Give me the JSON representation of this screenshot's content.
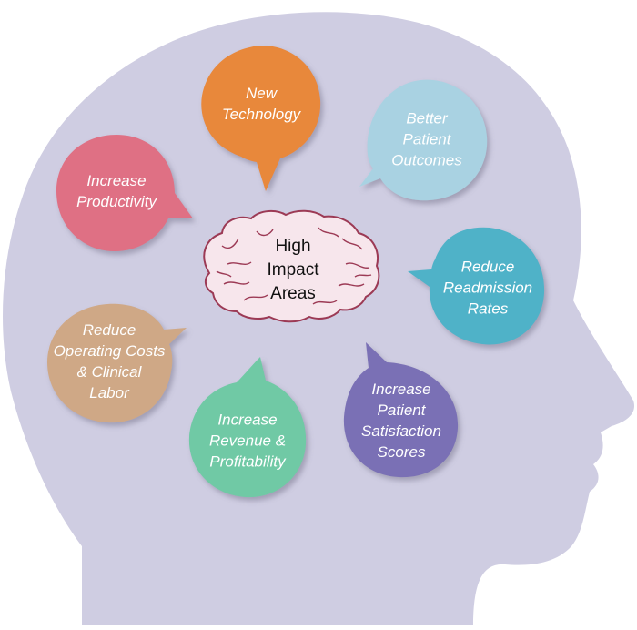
{
  "center": {
    "lines": [
      "High",
      "Impact",
      "Areas"
    ]
  },
  "bubbles": [
    {
      "id": "new-technology",
      "lines": [
        "New",
        "Technology"
      ],
      "color": "#E8883A"
    },
    {
      "id": "better-patient-outcomes",
      "lines": [
        "Better",
        "Patient",
        "Outcomes"
      ],
      "color": "#A9D2E2"
    },
    {
      "id": "increase-productivity",
      "lines": [
        "Increase",
        "Productivity"
      ],
      "color": "#DF6F84"
    },
    {
      "id": "reduce-readmission-rates",
      "lines": [
        "Reduce",
        "Readmission",
        "Rates"
      ],
      "color": "#4FB2C8"
    },
    {
      "id": "reduce-operating-costs",
      "lines": [
        "Reduce",
        "Operating Costs",
        "& Clinical",
        "Labor"
      ],
      "color": "#CFA886"
    },
    {
      "id": "increase-revenue-profitability",
      "lines": [
        "Increase",
        "Revenue &",
        "Profitability"
      ],
      "color": "#6FC9A5"
    },
    {
      "id": "increase-patient-satisfaction",
      "lines": [
        "Increase",
        "Patient",
        "Satisfaction",
        "Scores"
      ],
      "color": "#7A70B5"
    }
  ],
  "colors": {
    "head": "#CFCDE2",
    "brain_fill": "#F7E6EC",
    "brain_stroke": "#9C3A55"
  }
}
